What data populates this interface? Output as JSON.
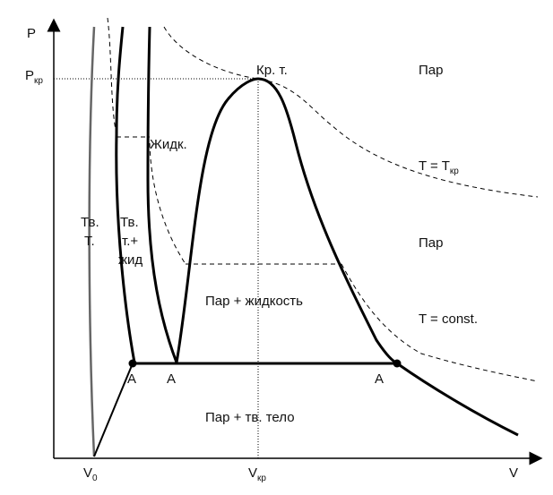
{
  "axes": {
    "p_label": "P",
    "v_label": "V",
    "pkr_main": "P",
    "pkr_sub": "кр",
    "v0_main": "V",
    "v0_sub": "0",
    "vkr_main": "V",
    "vkr_sub": "кр"
  },
  "regions": {
    "critical_point": "Кр. т.",
    "vapor_top": "Пар",
    "vapor_mid": "Пар",
    "liquid": "Жидк.",
    "solid_line1": "Тв.",
    "solid_line2": "Т.",
    "solid_liquid_line1": "Тв.",
    "solid_liquid_line2": "т.+",
    "solid_liquid_line3": "жид",
    "vapor_liquid": "Пар + жидкость",
    "vapor_solid": "Пар + тв. тело"
  },
  "isotherms": {
    "critical_main": "T = T",
    "critical_sub": "кр",
    "constant": "T = const."
  },
  "points": {
    "a1": "A",
    "a2": "A",
    "a3": "A"
  }
}
